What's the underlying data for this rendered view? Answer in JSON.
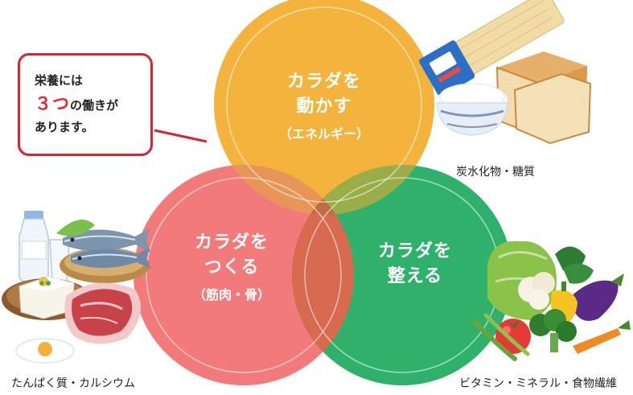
{
  "callout": {
    "line1": "栄養には",
    "accent": "３つ",
    "line2_rest": "の働きが",
    "line3": "あります。"
  },
  "circles": {
    "energy": {
      "line1": "カラダを",
      "line2": "動かす",
      "sub": "（エネルギー）",
      "color": "#f4b33c"
    },
    "build": {
      "line1": "カラダを",
      "line2": "つくる",
      "sub": "（筋肉・骨）",
      "color": "#f27a7a"
    },
    "regulate": {
      "line1": "カラダを",
      "line2": "整える",
      "color": "#2fb06b"
    }
  },
  "labels": {
    "carbs": "炭水化物・糖質",
    "protein": "たんぱく質・カルシウム",
    "vitamins": "ビタミン・ミネラル・食物繊維"
  },
  "colors": {
    "callout_border": "#d9232e",
    "accent": "#e8262d",
    "overlap": "#d86a50"
  }
}
